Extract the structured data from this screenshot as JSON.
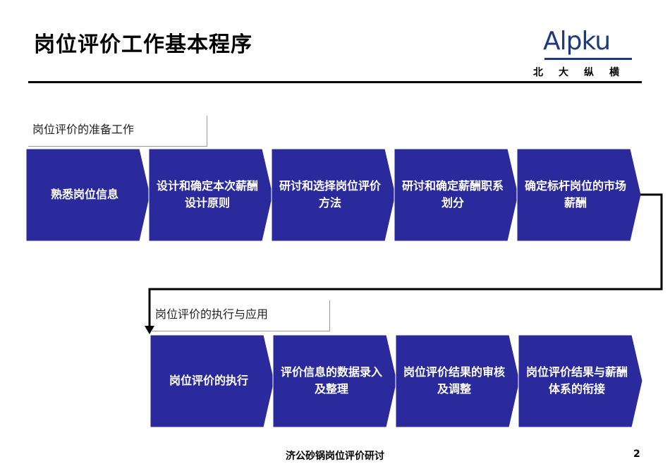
{
  "title": "岗位评价工作基本程序",
  "logo": {
    "text": "Alpku",
    "subtitle": "北大纵横"
  },
  "section1": {
    "label": "岗位评价的准备工作",
    "steps": [
      "熟悉岗位信息",
      "设计和确定本次薪酬设计原则",
      "研讨和选择岗位评价方法",
      "研讨和确定薪酬职系划分",
      "确定标杆岗位的市场薪酬"
    ]
  },
  "section2": {
    "label": "岗位评价的执行与应用",
    "steps": [
      "岗位评价的执行",
      "评价信息的数据录入及整理",
      "岗位评价结果的审核及调整",
      "岗位评价结果与薪酬体系的衔接"
    ]
  },
  "footer": {
    "text": "济公砂锅岗位评价研讨",
    "page": "2"
  },
  "colors": {
    "step_fill": "#2a2a9c",
    "step_stroke": "#ffffff",
    "connector": "#000000",
    "logo": "#1f3a7a"
  }
}
